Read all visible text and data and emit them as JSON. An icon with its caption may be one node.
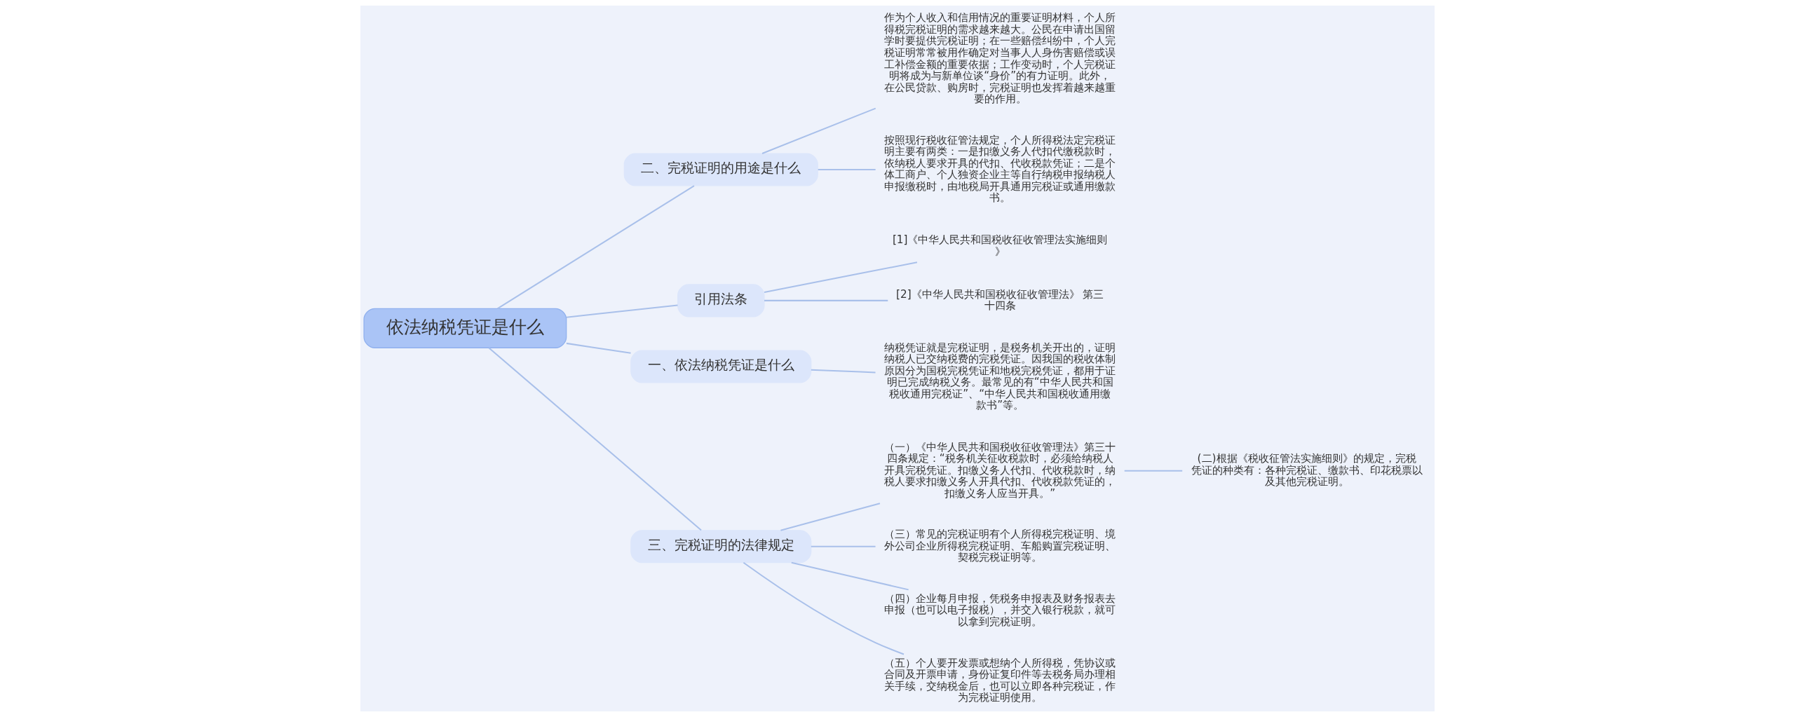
{
  "diagram": {
    "nodes": [
      {
        "text": [
          "依法纳税凭证是什么"
        ]
      },
      {
        "text": [
          "二、完税证明的用途是什么"
        ]
      },
      {
        "text": [
          "作为个人收入和信用情况的重要证明材料，个人所得税完税证明的需求越来越大。公民在申请出国留学时要提供完税证明；在一些赔偿纠纷中，个人完税证明常常被用作确定对当事人人身伤害赔偿或误工补偿金额的重要依据；工作变动时，个人完税证明将成为与新单位谈“身价”的有力证明。此外，在公民贷款、购房时，完税证明也发挥着越来越重要的作用。"
        ]
      },
      {
        "text": [
          "按照现行税收征管法规定，个人所得税法定完税证明主要有两类：一是扣缴义务人代扣代缴税款时，依纳税人要求开具的代扣、代收税款凭证；二是个体工商户、个人独资企业主等自行纳税申报纳税人申报缴税时，由地税局开具通用完税证或通用缴款书。"
        ]
      },
      {
        "text": [
          "引用法条"
        ]
      },
      {
        "text": [
          "[1]《中华人民共和国税收征收管理法实施细则》"
        ]
      },
      {
        "text": [
          "[2]《中华人民共和国税收征收管理法》 第三十四条"
        ]
      },
      {
        "text": [
          "一、依法纳税凭证是什么"
        ]
      },
      {
        "text": [
          "纳税凭证就是完税证明，是税务机关开出的，证明纳税人已交纳税费的完税凭证。因我国的税收体制原因分为国税完税凭证和地税完税凭证，都用于证明已完成纳税义务。最常见的有“中华人民共和国税收通用完税证”、“中华人民共和国税收通用缴款书”等。"
        ]
      },
      {
        "text": [
          "三、完税证明的法律规定"
        ]
      },
      {
        "text": [
          "（一）《中华人民共和国税收征收管理法》第三十四条规定：“税务机关征收税款时，必须给纳税人开具完税凭证。扣缴义务人代扣、代收税款时，纳税人要求扣缴义务人开具代扣、代收税款凭证的，扣缴义务人应当开具。”"
        ]
      },
      {
        "text": [
          "(二)根据《税收征管法实施细则》的规定，完税凭证的种类有：各种完税证、缴款书、印花税票以及其他完税证明。"
        ]
      },
      {
        "text": [
          "（三）常见的完税证明有个人所得税完税证明、境外公司企业所得税完税证明、车船购置完税证明、契税完税证明等。"
        ]
      },
      {
        "text": [
          "（四）企业每月申报，凭税务申报表及财务报表去申报（也可以电子报税），并交入银行税款，就可以拿到完税证明。"
        ]
      },
      {
        "text": [
          "（五）个人要开发票或想纳个人所得税，凭协议或合同及开票申请，身份证复印件等去税务局办理相关手续，交纳税金后，也可以立即各种完税证，作为完税证明使用。"
        ]
      }
    ],
    "edges": [
      {
        "from": 0,
        "to": 1,
        "arrow": "none"
      },
      {
        "from": 1,
        "to": 2,
        "arrow": "none"
      },
      {
        "from": 1,
        "to": 3,
        "arrow": "none"
      },
      {
        "from": 0,
        "to": 4,
        "arrow": "none"
      },
      {
        "from": 4,
        "to": 5,
        "arrow": "none"
      },
      {
        "from": 4,
        "to": 6,
        "arrow": "none"
      },
      {
        "from": 0,
        "to": 7,
        "arrow": "none"
      },
      {
        "from": 7,
        "to": 8,
        "arrow": "none"
      },
      {
        "from": 0,
        "to": 9,
        "arrow": "none"
      },
      {
        "from": 9,
        "to": 10,
        "arrow": "none"
      },
      {
        "from": 10,
        "to": 11,
        "arrow": "none"
      },
      {
        "from": 9,
        "to": 12,
        "arrow": "none"
      },
      {
        "from": 9,
        "to": 13,
        "arrow": "none"
      },
      {
        "from": 9,
        "to": 14,
        "arrow": "none"
      }
    ]
  }
}
